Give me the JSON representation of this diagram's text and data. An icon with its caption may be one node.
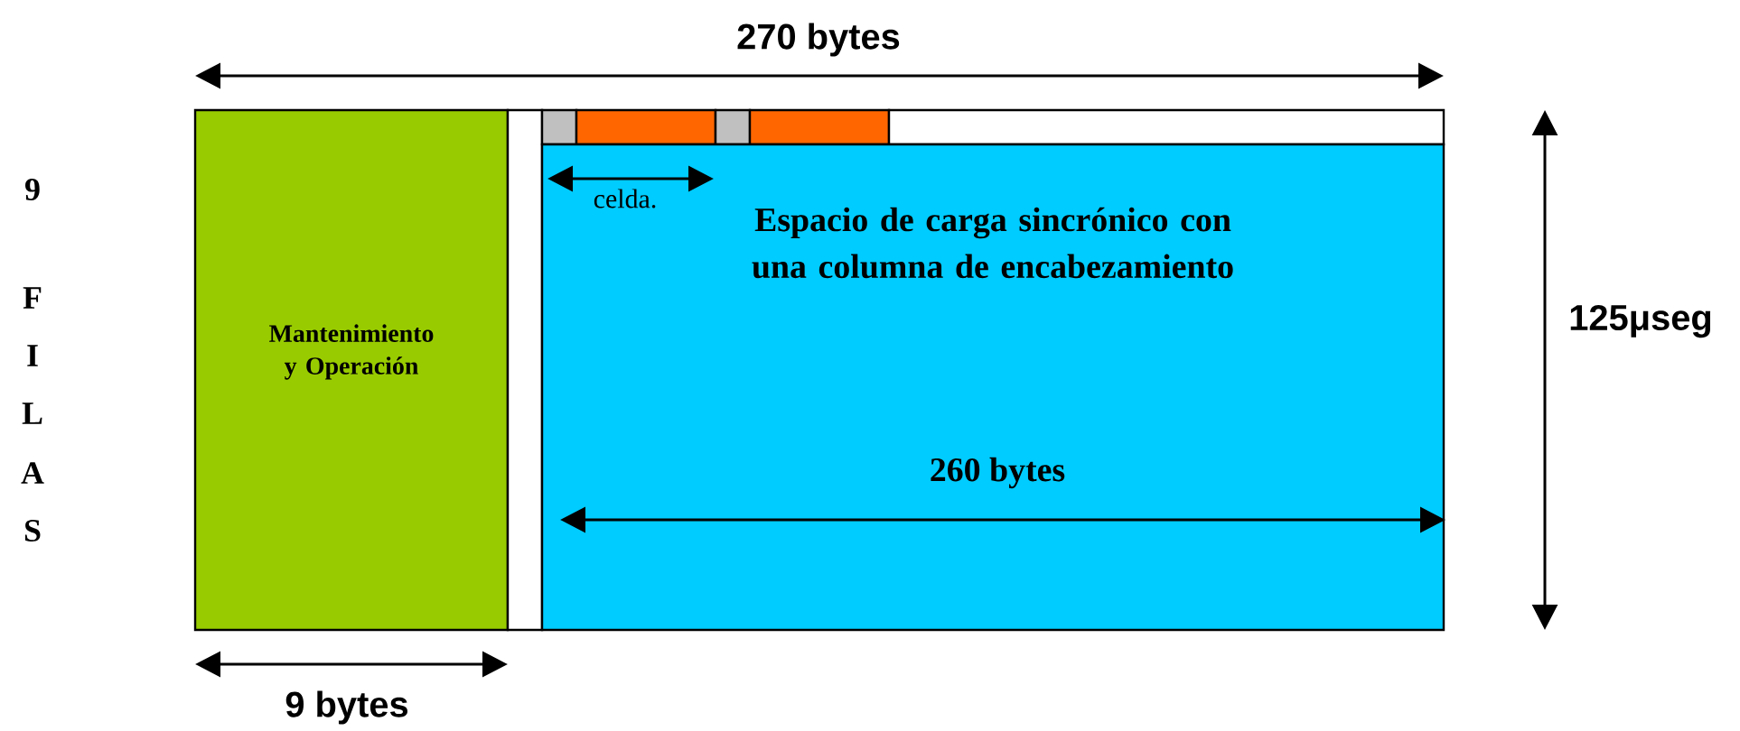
{
  "diagram": {
    "nodes": [
      {
        "text": [
          "Mantenimiento y Operación"
        ]
      },
      {
        "text": [],
        "shape": "box"
      },
      {
        "text": [],
        "shape": "box"
      },
      {
        "text": [],
        "shape": "box"
      },
      {
        "text": [],
        "shape": "box"
      },
      {
        "text": [],
        "shape": "box"
      },
      {
        "text": [],
        "shape": "box"
      },
      {
        "text": [
          "Espacio de carga sincrónico con una columna de encabezamiento"
        ]
      }
    ],
    "edges": [],
    "labels": [
      "270 bytes",
      "9",
      "F",
      "I",
      "L",
      "A",
      "S",
      "celda.",
      "125μseg",
      "260 bytes",
      "9 bytes"
    ]
  }
}
